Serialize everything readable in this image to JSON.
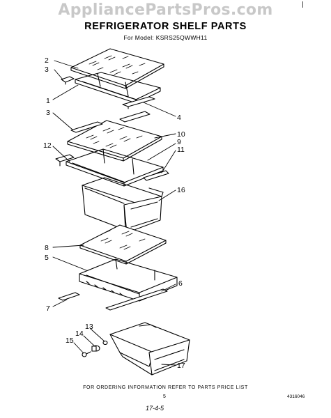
{
  "watermark": "AppliancePartsPros.com",
  "title": "REFRIGERATOR SHELF PARTS",
  "model": "For Model: KSRS25QWWH11",
  "footer": "FOR ORDERING INFORMATION REFER TO PARTS PRICE LIST",
  "page_number": "5",
  "doc_code": "4316046",
  "handwriting": "17-4-5",
  "callouts": {
    "c1": "1",
    "c2": "2",
    "c3a": "3",
    "c3b": "3",
    "c4": "4",
    "c5": "5",
    "c6": "6",
    "c7": "7",
    "c8": "8",
    "c9": "9",
    "c10": "10",
    "c11": "11",
    "c12": "12",
    "c13": "13",
    "c14": "14",
    "c15": "15",
    "c16": "16",
    "c17": "17"
  }
}
